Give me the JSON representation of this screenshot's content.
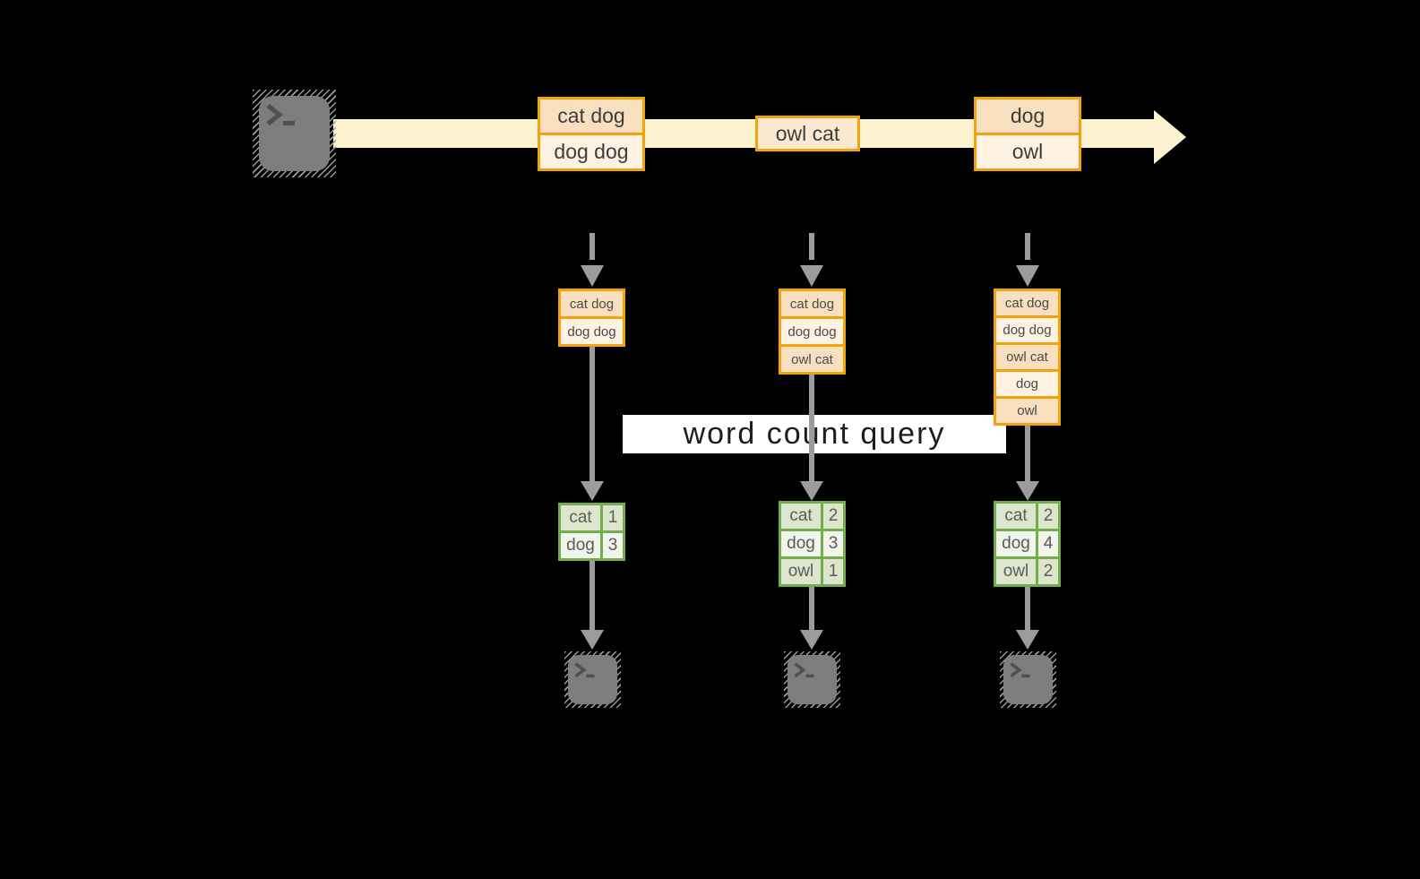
{
  "diagram": {
    "query_label": "word count query"
  },
  "stream": {
    "source_icon": "terminal-prompt",
    "batches": [
      {
        "events": [
          "cat dog",
          "dog dog"
        ]
      },
      {
        "events": [
          "owl cat"
        ]
      },
      {
        "events": [
          "dog",
          "owl"
        ]
      }
    ]
  },
  "columns": [
    {
      "state": [
        "cat dog",
        "dog dog"
      ],
      "counts": [
        {
          "word": "cat",
          "count": "1"
        },
        {
          "word": "dog",
          "count": "3"
        }
      ]
    },
    {
      "state": [
        "cat dog",
        "dog dog",
        "owl cat"
      ],
      "counts": [
        {
          "word": "cat",
          "count": "2"
        },
        {
          "word": "dog",
          "count": "3"
        },
        {
          "word": "owl",
          "count": "1"
        }
      ]
    },
    {
      "state": [
        "cat dog",
        "dog dog",
        "owl cat",
        "dog",
        "owl"
      ],
      "counts": [
        {
          "word": "cat",
          "count": "2"
        },
        {
          "word": "dog",
          "count": "4"
        },
        {
          "word": "owl",
          "count": "2"
        }
      ]
    }
  ],
  "colors": {
    "background": "#000000",
    "stream_arrow": "#fcf2d0",
    "event_border": "#f1a30c",
    "event_fill_dark": "#f8dfbf",
    "event_fill_light": "#fdf1e1",
    "count_border": "#74ad4e",
    "count_fill_dark": "#dbe6cd",
    "count_fill_light": "#f0f4ea",
    "connector_gray": "#9c9c9c",
    "terminal_gray": "#7d7d7d",
    "query_band": "#ffffff"
  }
}
